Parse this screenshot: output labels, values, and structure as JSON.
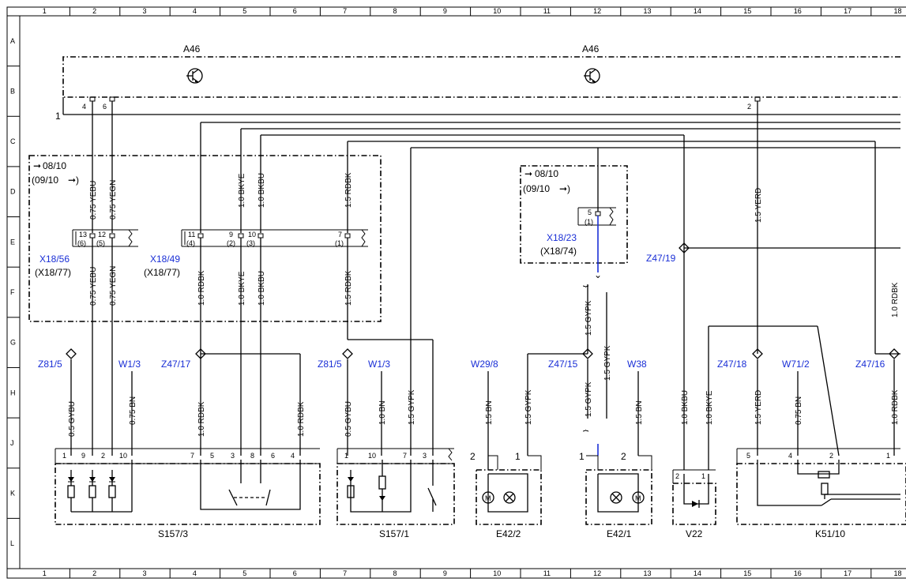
{
  "grid": {
    "columns": [
      "1",
      "2",
      "3",
      "4",
      "5",
      "6",
      "7",
      "8",
      "9",
      "10",
      "11",
      "12",
      "13",
      "14",
      "15",
      "16",
      "17",
      "18"
    ],
    "rows": [
      "A",
      "B",
      "C",
      "D",
      "E",
      "F",
      "G",
      "H",
      "J",
      "K",
      "L"
    ]
  },
  "modules": {
    "a46_left": "A46",
    "a46_right": "A46",
    "a46_pin1": "1",
    "a46_pin4": "4",
    "a46_pin6": "6",
    "a46_pin2": "2"
  },
  "ranges": {
    "left_arrow": "08/10",
    "left_range": "(09/10",
    "right_arrow": "08/10",
    "right_range": "(09/10"
  },
  "connectors": {
    "x18_56": "X18/56",
    "x18_56_alt": "(X18/77)",
    "x18_49": "X18/49",
    "x18_49_alt": "(X18/77)",
    "x18_23": "X18/23",
    "x18_23_alt": "(X18/74)"
  },
  "connector_pins": {
    "p13": "13",
    "p12": "12",
    "p6": "(6)",
    "p5": "(5)",
    "p11": "11",
    "p9": "9",
    "p10": "10",
    "p7": "7",
    "p4": "(4)",
    "p2": "(2)",
    "p3": "(3)",
    "p1": "(1)",
    "p23_5": "5",
    "p23_1": "(1)"
  },
  "wires": {
    "yebu": "0.75 YEBU",
    "yegn": "0.75 YEGN",
    "bkye_10": "1.0 BKYE",
    "bkbu_10": "1.0 BKBU",
    "rdbk_15": "1.5 RDBK",
    "rdbk_10": "1.0 RDBK",
    "gybu_05": "0.5 GYBU",
    "bn_075": "0.75 BN",
    "bn_10": "1.0 BN",
    "gypk_15": "1.5 GYPK",
    "bn_15": "1.5 BN",
    "yerd_15": "1.5 YERD"
  },
  "points": {
    "z81_5": "Z81/5",
    "w1_3": "W1/3",
    "z47_17": "Z47/17",
    "w29_8": "W29/8",
    "z47_15": "Z47/15",
    "w38": "W38",
    "z47_18": "Z47/18",
    "w71_2": "W71/2",
    "z47_16": "Z47/16",
    "z47_19": "Z47/19"
  },
  "components": {
    "s157_3": "S157/3",
    "s157_1": "S157/1",
    "e42_2": "E42/2",
    "e42_1": "E42/1",
    "v22": "V22",
    "k51_10": "K51/10"
  },
  "component_pins": {
    "s3": [
      "1",
      "9",
      "2",
      "10",
      "7",
      "5",
      "3",
      "8",
      "6",
      "4"
    ],
    "s1": [
      "1",
      "10",
      "7",
      "3"
    ],
    "e2": [
      "2",
      "1"
    ],
    "e1": [
      "1",
      "2"
    ],
    "v22": [
      "2",
      "1"
    ],
    "k51": [
      "5",
      "4",
      "2",
      "1"
    ]
  }
}
